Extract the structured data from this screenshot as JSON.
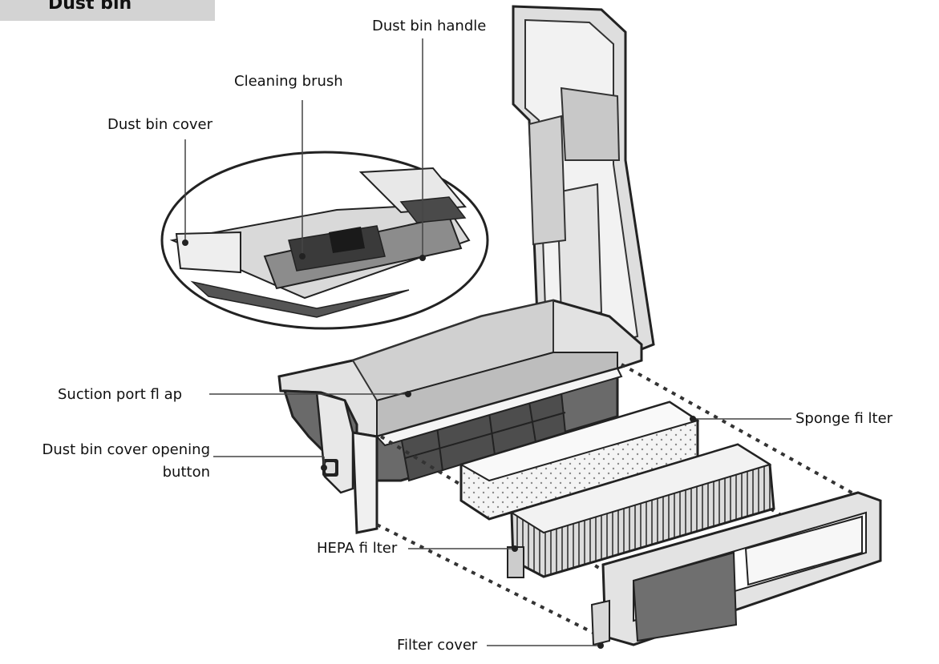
{
  "header": {
    "title": "Dust bin"
  },
  "labels": {
    "dust_bin_handle": "Dust bin handle",
    "cleaning_brush": "Cleaning brush",
    "dust_bin_cover": "Dust bin cover",
    "suction_port_flap": "Suction port fl ap",
    "sponge_filter": "Sponge fi lter",
    "cover_opening_button_line1": "Dust bin cover opening",
    "cover_opening_button_line2": "button",
    "hepa_filter": "HEPA fi lter",
    "filter_cover": "Filter cover"
  },
  "colors": {
    "outline": "#222222",
    "panel_light": "#ececec",
    "panel_mid": "#bdbdbd",
    "panel_dark": "#6a6a6a",
    "header_bg": "#d3d3d3"
  }
}
